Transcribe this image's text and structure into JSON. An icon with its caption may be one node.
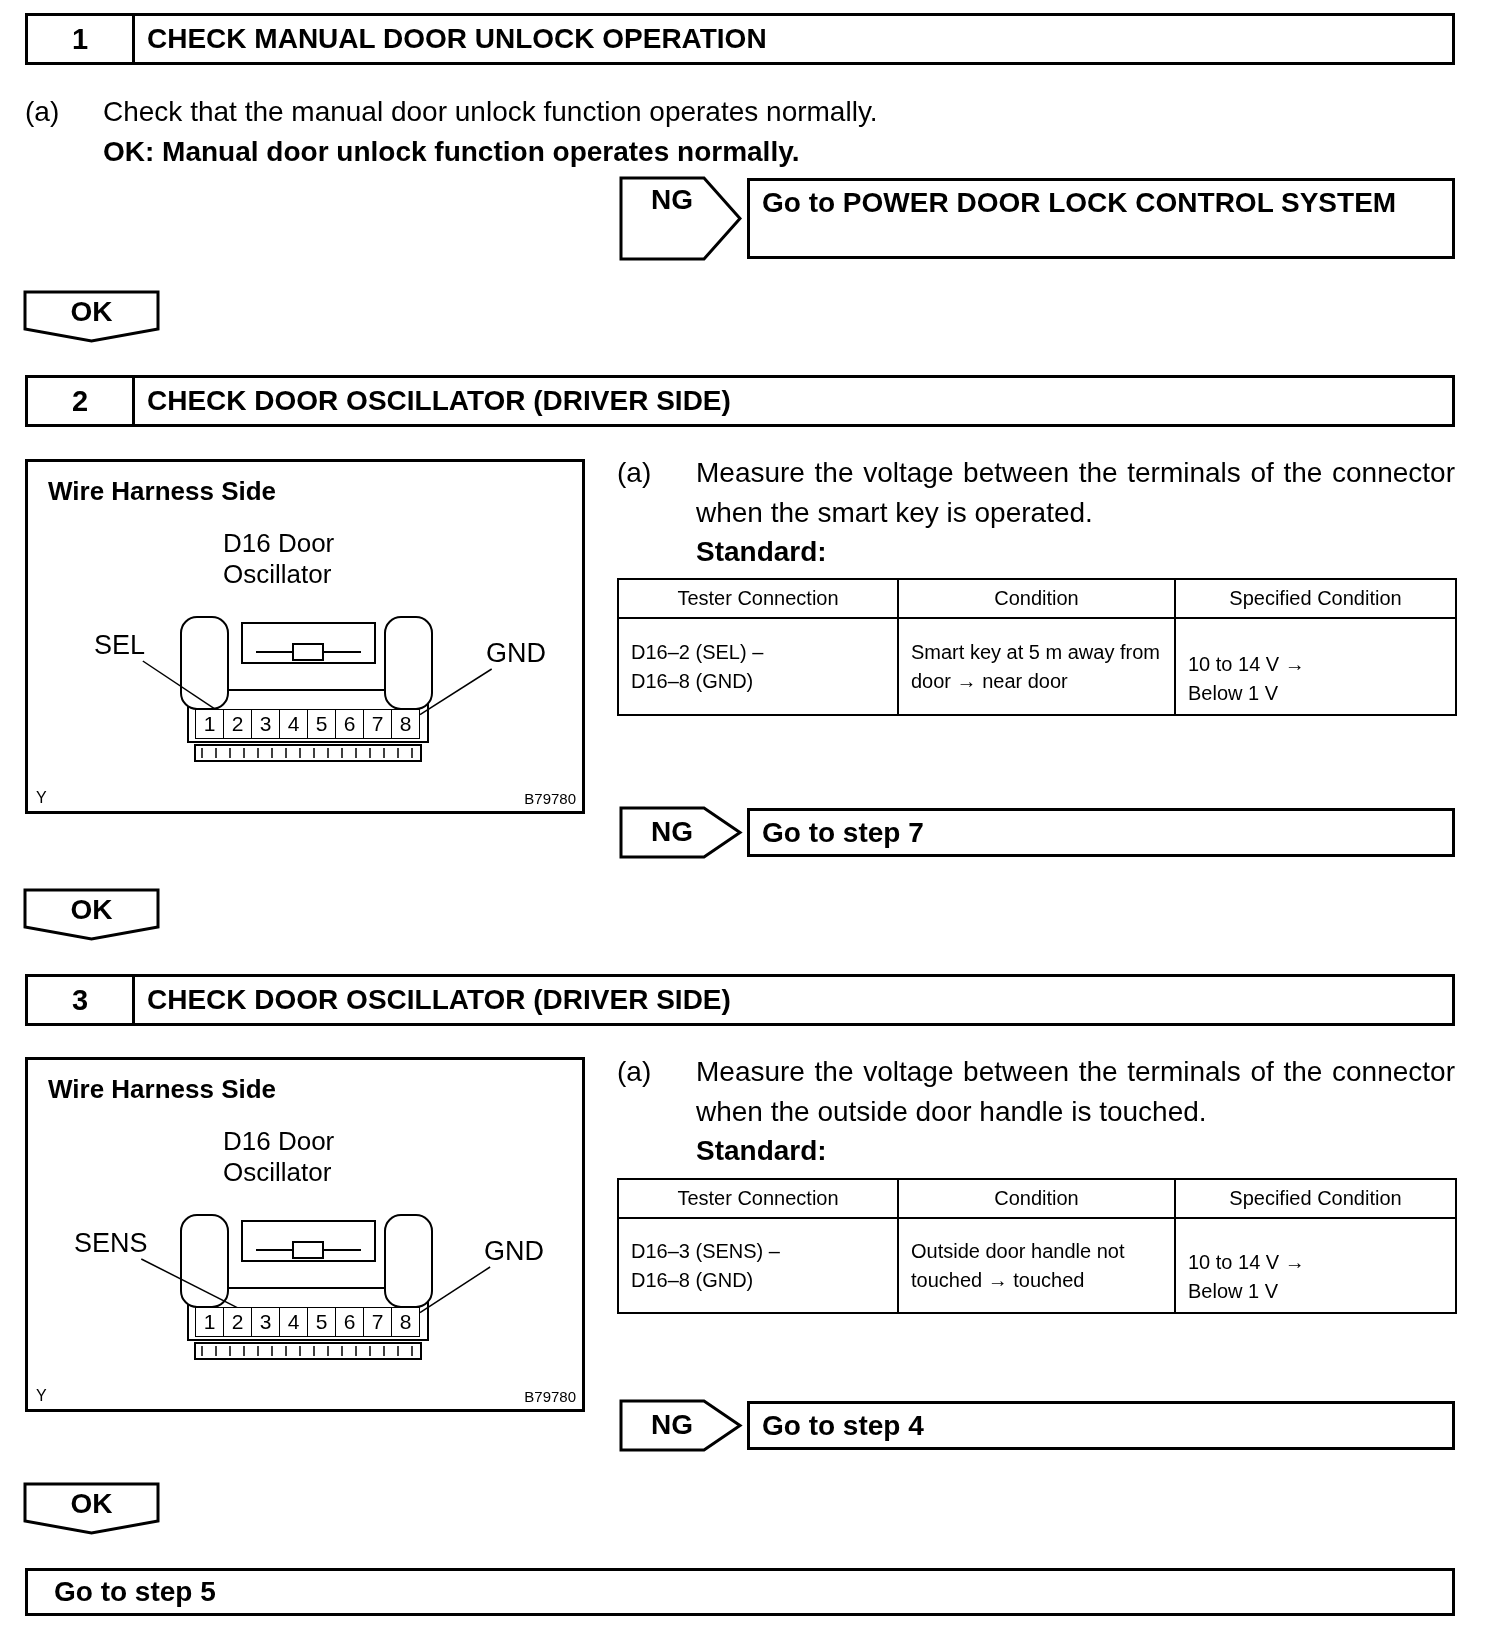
{
  "diagram": {
    "nodes": [
      {
        "text": [
          "1",
          "CHECK MANUAL DOOR UNLOCK OPERATION"
        ]
      },
      {
        "text": [
          "NG"
        ]
      },
      {
        "text": [
          "Go to POWER DOOR LOCK CONTROL SYSTEM"
        ]
      },
      {
        "text": [
          "OK"
        ]
      },
      {
        "text": [
          "2",
          "CHECK DOOR OSCILLATOR (DRIVER SIDE)"
        ]
      },
      {
        "text": [
          "Wire Harness Side",
          "D16 Door Oscillator",
          "Y",
          "B79780"
        ]
      },
      {
        "text": [
          "SEL"
        ],
        "in": 5
      },
      {
        "text": [
          "GND"
        ],
        "in": 5
      },
      {
        "text": [
          "1"
        ],
        "in": 5
      },
      {
        "text": [
          "2"
        ],
        "in": 5
      },
      {
        "text": [
          "3"
        ],
        "in": 5
      },
      {
        "text": [
          "4"
        ],
        "in": 5
      },
      {
        "text": [
          "5"
        ],
        "in": 5
      },
      {
        "text": [
          "6"
        ],
        "in": 5
      },
      {
        "text": [
          "7"
        ],
        "in": 5
      },
      {
        "text": [
          "8"
        ],
        "in": 5
      },
      {
        "text": [
          "NG"
        ]
      },
      {
        "text": [
          "Go to step 7"
        ]
      },
      {
        "text": [
          "OK"
        ]
      },
      {
        "text": [
          "3",
          "CHECK DOOR OSCILLATOR (DRIVER SIDE)"
        ]
      },
      {
        "text": [
          "Wire Harness Side",
          "D16 Door Oscillator",
          "Y",
          "B79780"
        ]
      },
      {
        "text": [
          "SENS"
        ],
        "in": 20
      },
      {
        "text": [
          "GND"
        ],
        "in": 20
      },
      {
        "text": [
          "1"
        ],
        "in": 20
      },
      {
        "text": [
          "2"
        ],
        "in": 20
      },
      {
        "text": [
          "3"
        ],
        "in": 20
      },
      {
        "text": [
          "4"
        ],
        "in": 20
      },
      {
        "text": [
          "5"
        ],
        "in": 20
      },
      {
        "text": [
          "6"
        ],
        "in": 20
      },
      {
        "text": [
          "7"
        ],
        "in": 20
      },
      {
        "text": [
          "8"
        ],
        "in": 20
      },
      {
        "text": [
          "NG"
        ]
      },
      {
        "text": [
          "Go to step 4"
        ]
      },
      {
        "text": [
          "OK"
        ]
      },
      {
        "text": [
          "Go to step 5"
        ]
      }
    ],
    "edges": [
      {
        "from": 6,
        "to": 9,
        "arrow": "none"
      },
      {
        "from": 7,
        "to": 15,
        "arrow": "none"
      },
      {
        "from": 21,
        "to": 25,
        "arrow": "none"
      },
      {
        "from": 22,
        "to": 30,
        "arrow": "none"
      }
    ],
    "labels": [
      "(a)",
      "Check that the manual door unlock function operates normally.",
      "OK: Manual door unlock function operates normally.",
      "(a)",
      "Measure the voltage between the terminals of the connector when the smart key is operated.",
      "Standard:",
      "Tester Connection",
      "Condition",
      "Specified Condition",
      "D16–2 (SEL) – D16–8 (GND)",
      "Smart key at 5 m away from door → near door",
      "10 to 14 V → Below 1 V",
      "(a)",
      "Measure the voltage between the terminals of the connector when the outside door handle is touched.",
      "Standard:",
      "Tester Connection",
      "Condition",
      "Specified Condition",
      "D16–3 (SENS) – D16–8 (GND)",
      "Outside door handle not touched → touched",
      "10 to 14 V → Below 1 V"
    ]
  }
}
